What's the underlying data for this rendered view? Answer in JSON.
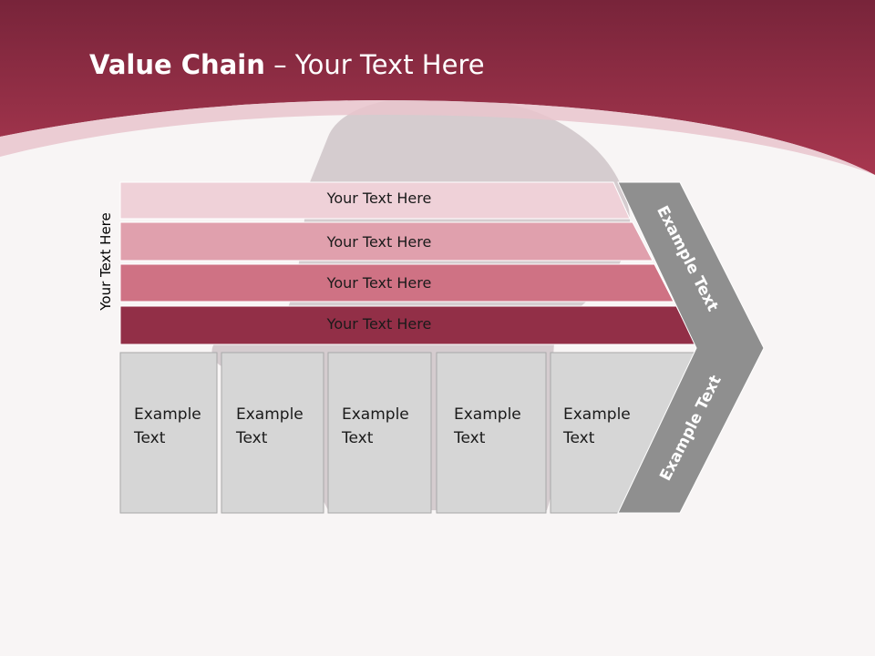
{
  "slide": {
    "title_bold": "Value Chain",
    "title_rest": " – Your Text Here",
    "side_label": "Your Text Here"
  },
  "support_rows": [
    {
      "label": "Your Text Here",
      "color": "#efd1d8"
    },
    {
      "label": "Your Text Here",
      "color": "#e0a0ad"
    },
    {
      "label": "Your Text Here",
      "color": "#cf7284"
    },
    {
      "label": "Your Text Here",
      "color": "#922f47"
    }
  ],
  "primary_activities": [
    {
      "line1": "Example",
      "line2": "Text"
    },
    {
      "line1": "Example",
      "line2": "Text"
    },
    {
      "line1": "Example",
      "line2": "Text"
    },
    {
      "line1": "Example",
      "line2": "Text"
    },
    {
      "line1": "Example",
      "line2": "Text"
    }
  ],
  "margin_chevron": {
    "upper_label": "Example Text",
    "lower_label": "Example Text",
    "color": "#8f8f8f"
  },
  "theme": {
    "header_color": "#a3344f",
    "cell_fill": "#d6d6d6"
  }
}
